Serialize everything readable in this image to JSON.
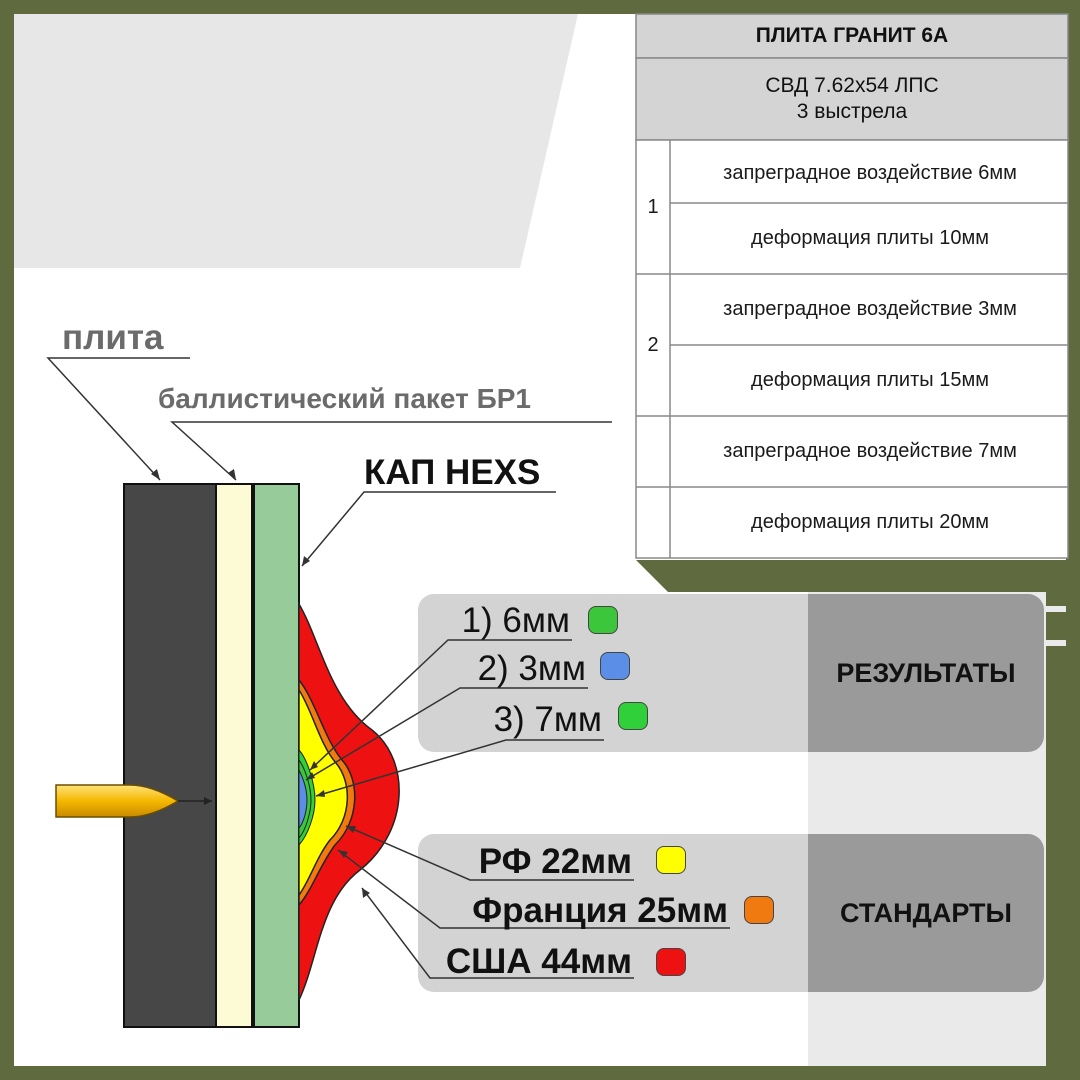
{
  "table": {
    "title": "ПЛИТА ГРАНИТ 6А",
    "subtitle_line1": "СВД  7.62х54  ЛПС",
    "subtitle_line2": "3 выстрела",
    "shots": [
      {
        "number": "1",
        "rows": [
          "запреградное воздействие 6мм",
          "деформация плиты 10мм"
        ]
      },
      {
        "number": "2",
        "rows": [
          "запреградное воздействие 3мм",
          "деформация плиты 15мм"
        ]
      },
      {
        "number": "",
        "rows": [
          "запреградное воздействие 7мм",
          "деформация плиты 20мм"
        ]
      }
    ]
  },
  "labels": {
    "plate": "плита",
    "package": "баллистический пакет БР1",
    "kap": "КАП HEXS"
  },
  "results": {
    "title": "РЕЗУЛЬТАТЫ",
    "items": [
      {
        "text": "1) 6мм",
        "color": "#3cc63c"
      },
      {
        "text": "2) 3мм",
        "color": "#5b8ee6"
      },
      {
        "text": "3) 7мм",
        "color": "#2fd03a"
      }
    ]
  },
  "standards": {
    "title": "СТАНДАРТЫ",
    "items": [
      {
        "text": "РФ 22мм",
        "color": "#ffff00"
      },
      {
        "text": "Франция 25мм",
        "color": "#f07a10"
      },
      {
        "text": "США 44мм",
        "color": "#ee1111"
      }
    ]
  },
  "colors": {
    "frame": "#5f6b3f",
    "plate": "#474747",
    "package": "#fdfad6",
    "kap": "#97cb9a",
    "bullet": "#f5b800"
  }
}
